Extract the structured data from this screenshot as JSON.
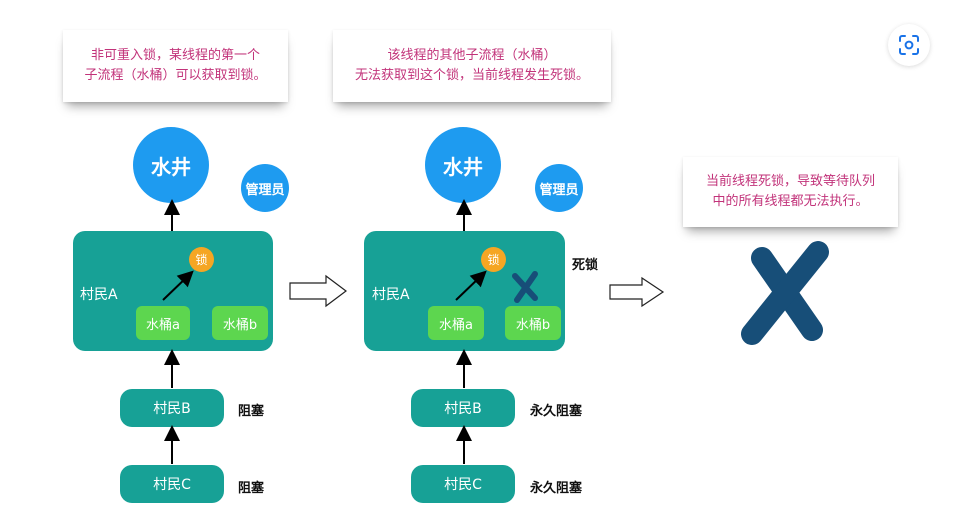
{
  "panel1": {
    "note_line1": "非可重入锁，某线程的第一个",
    "note_line2": "子流程（水桶）可以获取到锁。",
    "well": "水井",
    "admin": "管理员",
    "villager_a": "村民A",
    "lock": "锁",
    "bucket_a": "水桶a",
    "bucket_b": "水桶b",
    "villager_b": "村民B",
    "villager_c": "村民C",
    "status_b": "阻塞",
    "status_c": "阻塞"
  },
  "panel2": {
    "note_line1": "该线程的其他子流程（水桶）",
    "note_line2": "无法获取到这个锁，当前线程发生死锁。",
    "well": "水井",
    "admin": "管理员",
    "villager_a": "村民A",
    "lock": "锁",
    "bucket_a": "水桶a",
    "bucket_b": "水桶b",
    "deadlock": "死锁",
    "villager_b": "村民B",
    "villager_c": "村民C",
    "status_b": "永久阻塞",
    "status_c": "永久阻塞"
  },
  "panel3": {
    "note_line1": "当前线程死锁，导致等待队列",
    "note_line2": "中的所有线程都无法执行。"
  },
  "colors": {
    "well": "#1e9bf0",
    "villager": "#17a196",
    "bucket": "#5dd64f",
    "lock": "#f5a623",
    "cross": "#174e78",
    "note_text": "#c2337a"
  },
  "icons": [
    "scan-icon",
    "arrow-up-icon",
    "hollow-right-arrow-icon",
    "cross-icon"
  ]
}
